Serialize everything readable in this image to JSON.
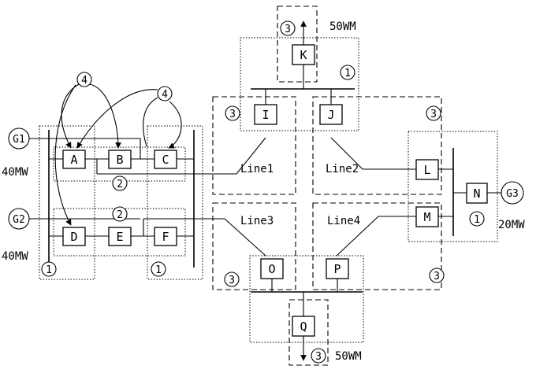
{
  "nodes": {
    "A": "A",
    "B": "B",
    "C": "C",
    "D": "D",
    "E": "E",
    "F": "F",
    "I": "I",
    "J": "J",
    "K": "K",
    "L": "L",
    "M": "M",
    "N": "N",
    "O": "O",
    "P": "P",
    "Q": "Q"
  },
  "generators": {
    "g1": "G1",
    "g2": "G2",
    "g3": "G3"
  },
  "ratings": {
    "g1": "40MW",
    "g2": "40MW",
    "g3": "20MW",
    "k_load": "50WM",
    "q_load": "50WM"
  },
  "lines": {
    "line1": "Line1",
    "line2": "Line2",
    "line3": "Line3",
    "line4": "Line4"
  },
  "markers": {
    "one": "1",
    "two": "2",
    "three": "3",
    "four": "4"
  }
}
